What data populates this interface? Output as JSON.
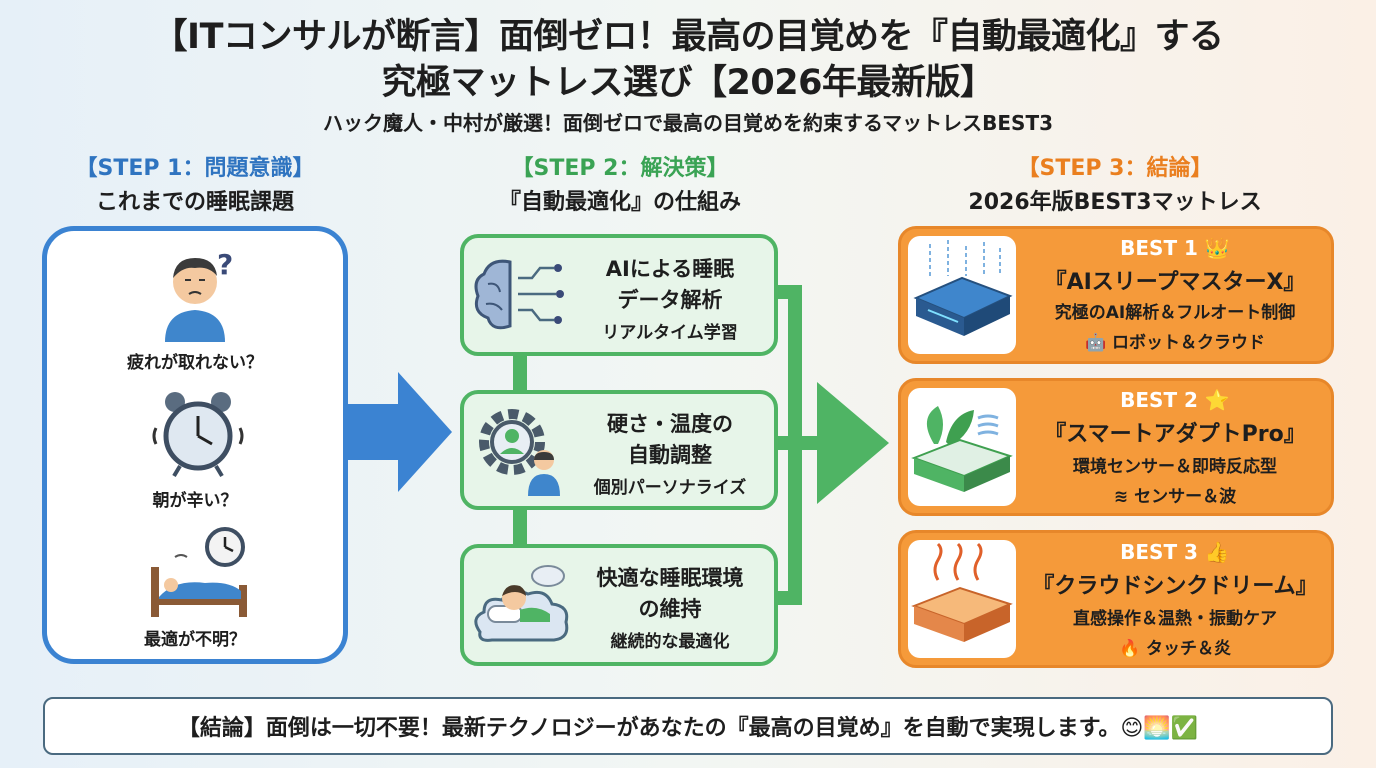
{
  "header": {
    "title_line1": "【ITコンサルが断言】面倒ゼロ！最高の目覚めを『自動最適化』する",
    "title_line2": "究極マットレス選び【2026年最新版】",
    "subtitle": "ハック魔人・中村が厳選！面倒ゼロで最高の目覚めを約束するマットレスBEST3"
  },
  "step1": {
    "label": "【STEP 1：問題意識】",
    "heading": "これまでの睡眠課題",
    "problems": [
      {
        "text": "疲れが取れない？",
        "icon": "tired-person-icon"
      },
      {
        "text": "朝が辛い？",
        "icon": "alarm-clock-icon"
      },
      {
        "text": "最適が不明？",
        "icon": "bed-sleep-icon"
      }
    ]
  },
  "step2": {
    "label": "【STEP 2：解決策】",
    "heading": "『自動最適化』の仕組み",
    "items": [
      {
        "line1": "AIによる睡眠",
        "line2": "データ解析",
        "small": "リアルタイム学習",
        "icon": "ai-brain-icon"
      },
      {
        "line1": "硬さ・温度の",
        "line2": "自動調整",
        "small": "個別パーソナライズ",
        "icon": "gear-person-icon"
      },
      {
        "line1": "快適な睡眠環境",
        "line2": "の維持",
        "small": "継続的な最適化",
        "icon": "sleeping-cloud-icon"
      }
    ]
  },
  "step3": {
    "label": "【STEP 3：結論】",
    "heading": "2026年版BEST3マットレス",
    "items": [
      {
        "rank": "BEST 1 👑",
        "name": "『AIスリープマスターX』",
        "desc": "究極のAI解析＆フルオート制御",
        "tag": "🤖 ロボット＆クラウド",
        "icon": "smart-mattress-icon"
      },
      {
        "rank": "BEST 2 ⭐",
        "name": "『スマートアダプトPro』",
        "desc": "環境センサー＆即時反応型",
        "tag": "≋ センサー＆波",
        "icon": "leaf-mattress-icon"
      },
      {
        "rank": "BEST 3 👍",
        "name": "『クラウドシンクドリーム』",
        "desc": "直感操作＆温熱・振動ケア",
        "tag": "🔥 タッチ＆炎",
        "icon": "heated-mattress-icon"
      }
    ]
  },
  "footer": {
    "text": "【結論】面倒は一切不要！最新テクノロジーがあなたの『最高の目覚め』を自動で実現します。😊🌅✅"
  },
  "colors": {
    "blue": "#3b83d2",
    "green": "#4fb464",
    "orange": "#f59a3a",
    "step1_label": "#2f74c0",
    "step2_label": "#3aa354",
    "step3_label": "#ea7f1f"
  }
}
